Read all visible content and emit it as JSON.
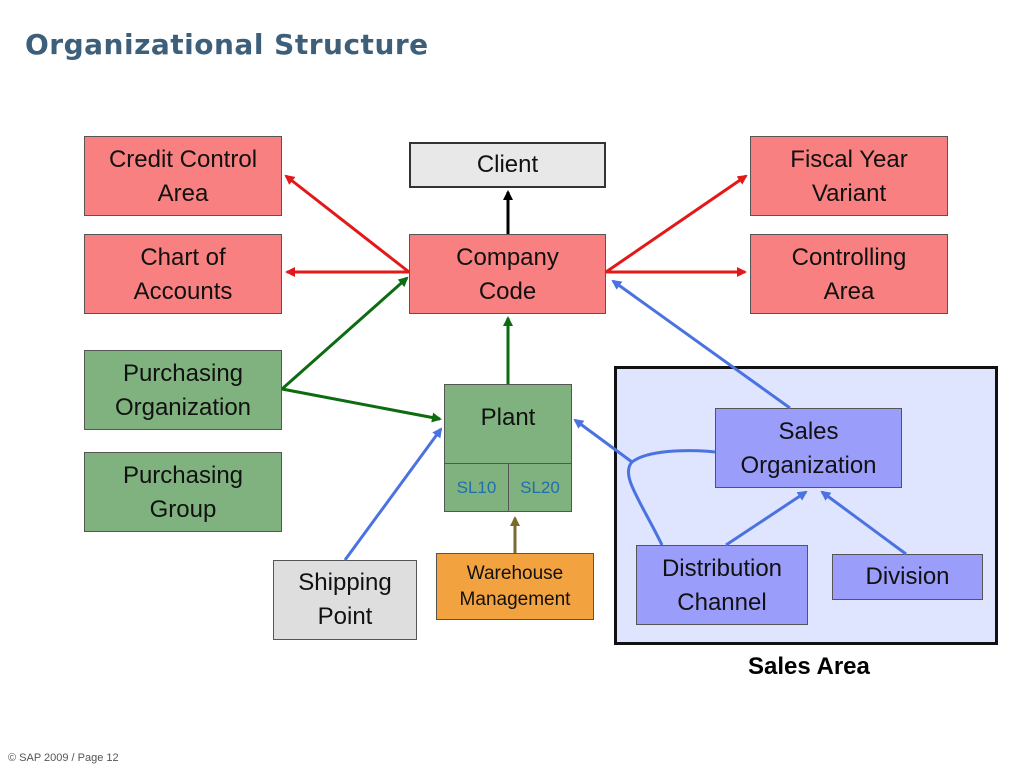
{
  "title": "Organizational Structure",
  "footer": "© SAP 2009 / Page 12",
  "sales_area_label": "Sales Area",
  "nodes": {
    "client": "Client",
    "company_code": "Company\nCode",
    "credit_control_area": "Credit Control\nArea",
    "chart_of_accounts": "Chart of\nAccounts",
    "fiscal_year_variant": "Fiscal Year\nVariant",
    "controlling_area": "Controlling\nArea",
    "purchasing_organization": "Purchasing\nOrganization",
    "purchasing_group": "Purchasing\nGroup",
    "plant": "Plant",
    "storage_location_1": "SL10",
    "storage_location_2": "SL20",
    "shipping_point": "Shipping\nPoint",
    "warehouse_management": "Warehouse\nManagement",
    "sales_organization": "Sales\nOrganization",
    "distribution_channel": "Distribution\nChannel",
    "division": "Division"
  },
  "colors": {
    "red_arrow": "#e31818",
    "green_arrow": "#0d6b10",
    "blue_arrow": "#4a72e0",
    "black_arrow": "#000000",
    "olive_arrow": "#7a6a2e",
    "red_box": "#f98080",
    "green_box": "#7fb27f",
    "blue_box": "#9b9dfb",
    "orange_box": "#f2a23f",
    "grey_box": "#e8e8e8",
    "sales_area_fill": "#dfe5ff",
    "title": "#3d5f7a"
  }
}
